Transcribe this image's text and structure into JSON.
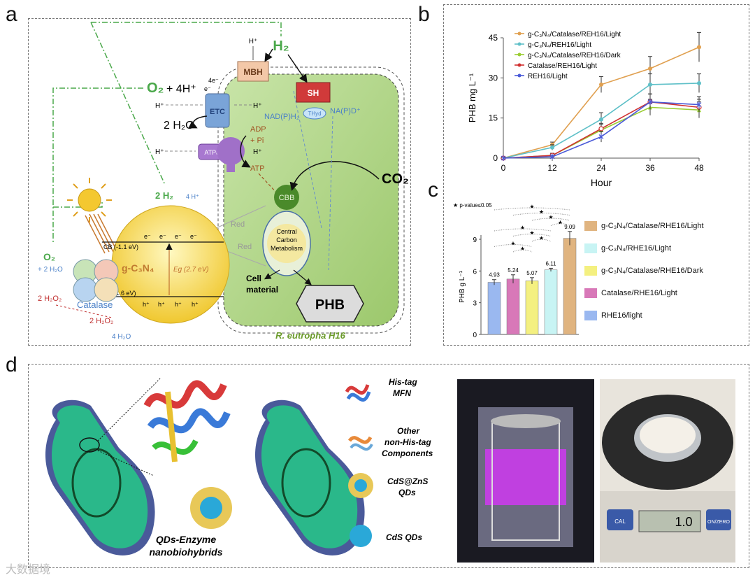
{
  "panels": {
    "a": "a",
    "b": "b",
    "c": "c",
    "d": "d"
  },
  "panel_a": {
    "h2_top": "H₂",
    "h_plus": "H⁺",
    "mbh": "MBH",
    "sh": "SH",
    "o2": "O₂",
    "o2_rhs": "+ 4H⁺",
    "e_minus": "e⁻",
    "e_4": "4e⁻",
    "etc": "ETC",
    "h_plus_left": "H⁺",
    "h_plus_right": "H⁺",
    "water": "2 H₂O",
    "nadph": "NAD(P)H₂",
    "thyd": "THyd",
    "nadp": "NA(P)D⁺",
    "adp": "ADP",
    "pi": "+ Pi",
    "atp": "ATP",
    "atpase": "ATPase",
    "h_atp_left": "H⁺",
    "h_atp_right": "H⁺",
    "two_h2": "2 H₂",
    "four_h": "4 H⁺",
    "cbb": "CBB",
    "co2": "CO₂",
    "central_metabolism": [
      "Central",
      "Carbon",
      "Metabolism"
    ],
    "red1": "Red",
    "red2": "Red",
    "cell_material": [
      "Cell",
      "material"
    ],
    "phb": "PHB",
    "cb": "CB (-1.1 eV)",
    "vb": "VB (1.6 eV)",
    "eg": "Eg (2.7 eV)",
    "gc3n4": "g-C₃N₄",
    "e_label": "e⁻",
    "h_label": "h⁺",
    "o2_left": "O₂",
    "plus_2h2o": "+ 2 H₂O",
    "catalase": "Catalase",
    "h2o2_a": "2 H₂O₂",
    "h2o2_b": "2 H₂O₂",
    "four_h2o": "4 H₂O",
    "organism": "R. eutropha H16"
  },
  "panel_b_chart": {
    "type": "line",
    "xlabel": "Hour",
    "ylabel": "PHB mg L⁻¹",
    "x": [
      0,
      12,
      24,
      36,
      48
    ],
    "xlim": [
      0,
      48
    ],
    "ylim": [
      0,
      45
    ],
    "yticks": [
      0,
      15,
      30,
      45
    ],
    "series": [
      {
        "name": "g-C₃N₄/Catalase/REH16/Light",
        "color": "#e0a050",
        "values": [
          0,
          5,
          27.5,
          33.5,
          41.5
        ],
        "err": [
          0.5,
          1,
          3,
          4.5,
          5.5
        ],
        "marker": "circle"
      },
      {
        "name": "g-C₃N₄/REH16/Light",
        "color": "#5fc0c8",
        "values": [
          0,
          4,
          14.5,
          27.5,
          28
        ],
        "err": [
          0.5,
          1,
          2.5,
          4,
          3.5
        ],
        "marker": "circle"
      },
      {
        "name": "g-C₃N₄/Catalase/REH16/Dark",
        "color": "#9acd32",
        "values": [
          0,
          1,
          10.5,
          19,
          18
        ],
        "err": [
          0.5,
          0.8,
          2,
          3,
          3
        ],
        "marker": "triangle"
      },
      {
        "name": "Catalase/REH16/Light",
        "color": "#d03030",
        "values": [
          0,
          1,
          11,
          21,
          19
        ],
        "err": [
          0.5,
          0.8,
          2,
          3,
          3
        ],
        "marker": "open-circle"
      },
      {
        "name": "REH16/Light",
        "color": "#4a5ad8",
        "values": [
          0,
          0.5,
          8,
          21,
          20
        ],
        "err": [
          0.3,
          0.5,
          2,
          3,
          3
        ],
        "marker": "star"
      }
    ]
  },
  "panel_c_chart": {
    "type": "bar",
    "ylabel": "PHB g L⁻¹",
    "ylim": [
      0,
      9
    ],
    "yticks": [
      0,
      3,
      6,
      9
    ],
    "significance_note": "★ p-value≤0.05",
    "significance_marks": [
      "★",
      "★",
      "★",
      "★",
      "★",
      "★",
      "★",
      "★",
      "★"
    ],
    "bars": [
      {
        "label": "RHE16/light",
        "value": 4.93,
        "err": 0.25,
        "color": "#9ab8f0"
      },
      {
        "label": "Catalase/RHE16/Light",
        "value": 5.24,
        "err": 0.4,
        "color": "#d878b8"
      },
      {
        "label": "g-C₃N₄/Catalase/RHE16/Dark",
        "value": 5.07,
        "err": 0.3,
        "color": "#f4f080"
      },
      {
        "label": "g-C₃N₄/RHE16/Light",
        "value": 6.11,
        "err": 0.15,
        "color": "#c8f4f4"
      },
      {
        "label": "g-C₃N₄/Catalase/RHE16/Light",
        "value": 9.09,
        "err": 0.65,
        "color": "#e0b480"
      }
    ],
    "value_labels": [
      "4.93",
      "5.24",
      "5.07",
      "6.11",
      "9.09"
    ],
    "legend": [
      {
        "label": "g-C₃N₄/Catalase/RHE16/Light",
        "color": "#e0b480"
      },
      {
        "label": "g-C₃N₄/RHE16/Light",
        "color": "#c8f4f4"
      },
      {
        "label": "g-C₃N₄/Catalase/RHE16/Dark",
        "color": "#f4f080"
      },
      {
        "label": "Catalase/RHE16/Light",
        "color": "#d878b8"
      },
      {
        "label": "RHE16/light",
        "color": "#9ab8f0"
      }
    ]
  },
  "panel_d": {
    "his_tag": [
      "His-tag",
      "MFN"
    ],
    "other": [
      "Other",
      "non-His-tag",
      "Components"
    ],
    "cds_zns": [
      "CdS@ZnS",
      "QDs"
    ],
    "cds": "CdS QDs",
    "hybrid_label": [
      "QDs-Enzyme",
      "nanobiohybrids"
    ],
    "scale_display": "1.0",
    "scale_btn_left": "CAL",
    "scale_btn_right": "ON/ZERO"
  },
  "watermark": "大数据境"
}
